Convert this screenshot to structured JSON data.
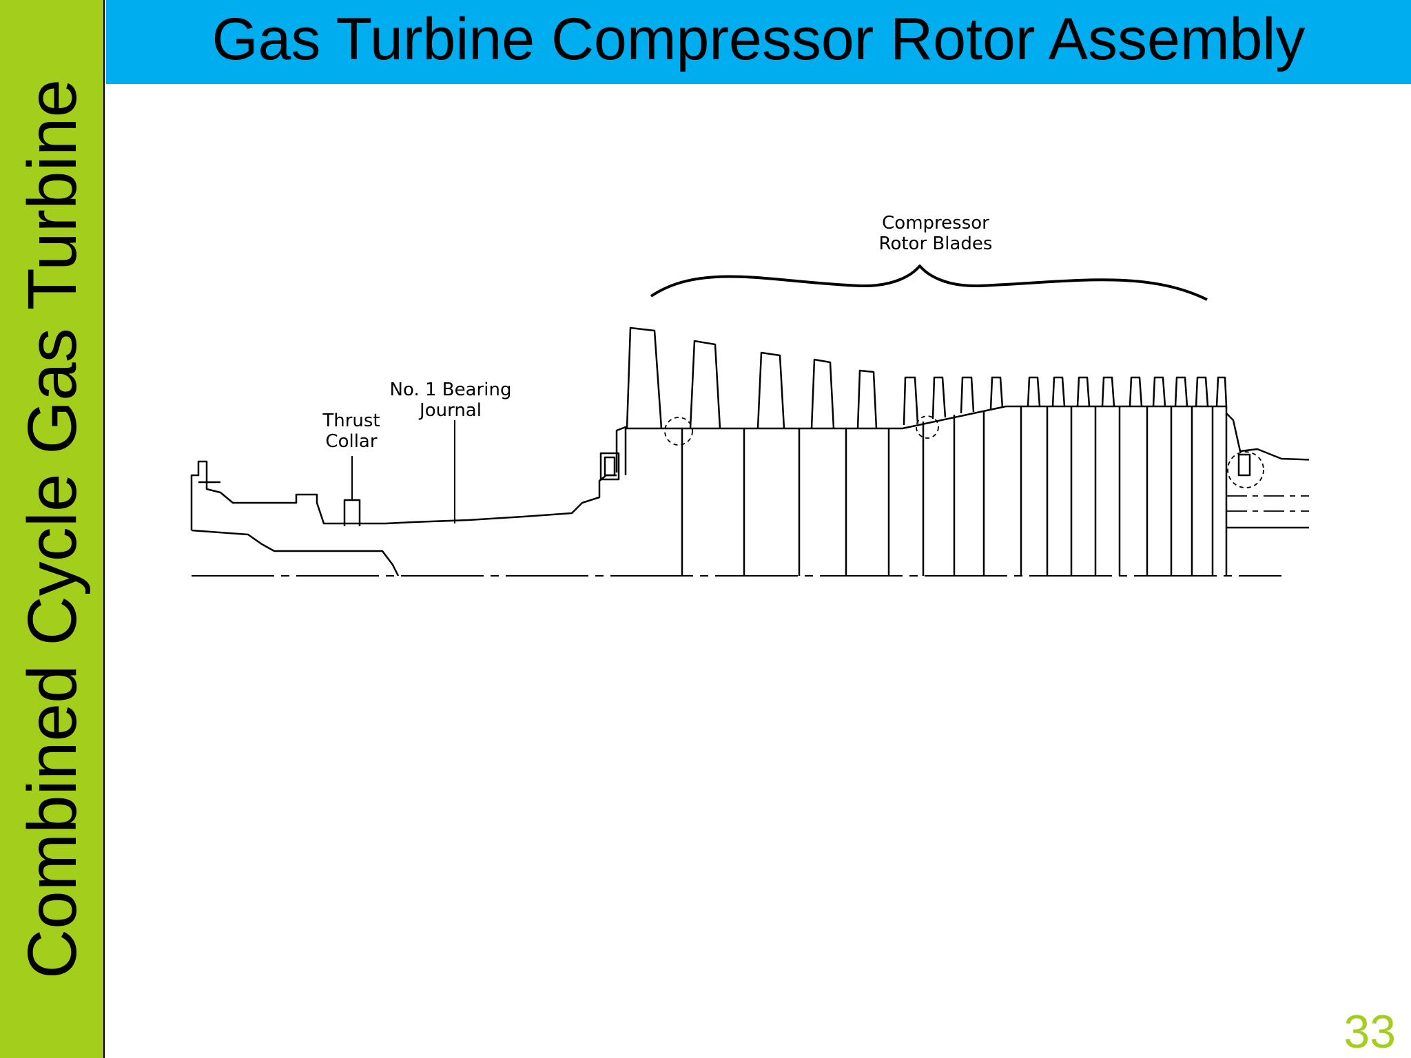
{
  "sidebar": {
    "label": "Combined Cycle Gas Turbine"
  },
  "slide": {
    "title": "Gas Turbine Compressor Rotor Assembly",
    "page_number": "33"
  },
  "diagram": {
    "labels": {
      "blades_line1": "Compressor",
      "blades_line2": "Rotor Blades",
      "bearing_line1": "No. 1 Bearing",
      "bearing_line2": "Journal",
      "thrust_line1": "Thrust",
      "thrust_line2": "Collar"
    }
  },
  "colors": {
    "sidebar": "#a3cf1c",
    "title_bar": "#00aeef",
    "page_number": "#a3cf1c"
  }
}
